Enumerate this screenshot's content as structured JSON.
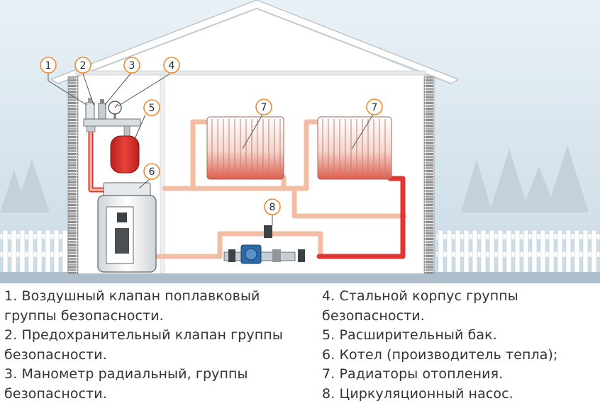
{
  "callouts": [
    {
      "num": "1",
      "target": "air-valve"
    },
    {
      "num": "2",
      "target": "safety-valve"
    },
    {
      "num": "3",
      "target": "manometer"
    },
    {
      "num": "4",
      "target": "steel-housing"
    },
    {
      "num": "5",
      "target": "expansion-tank"
    },
    {
      "num": "6",
      "target": "boiler"
    },
    {
      "num": "7",
      "target": "radiator-left"
    },
    {
      "num": "7",
      "target": "radiator-right"
    },
    {
      "num": "8",
      "target": "circulation-pump"
    }
  ],
  "legend": {
    "left": [
      "1. Воздушный клапан поплавковый",
      "группы безопасности.",
      "2. Предохранительный клапан группы",
      "безопасности.",
      "3. Манометр радиальный, группы",
      "безопасности."
    ],
    "right": [
      "4. Стальной корпус группы",
      "безопасности.",
      "5. Расширительный бак.",
      "6. Котел (производитель тепла);",
      "7. Радиаторы отопления.",
      "8. Циркуляционный насос."
    ]
  },
  "colors": {
    "sky": "#dce8f0",
    "wall": "#ffffff",
    "hot_pipe": "#e0332e",
    "warm_pipe": "#f0b89a",
    "callout_ring": "#f08a2c",
    "expansion_tank": "#d42a28",
    "trees": "#c9d6df"
  }
}
